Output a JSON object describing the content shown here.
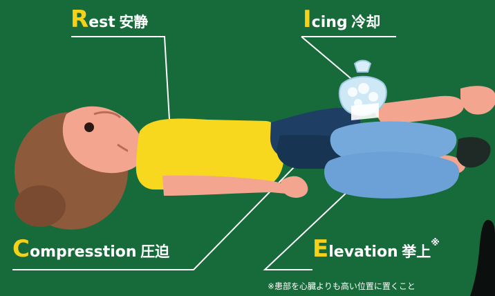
{
  "labels": {
    "rest": {
      "initial": "R",
      "word": "est",
      "jp": "安静"
    },
    "icing": {
      "initial": "I",
      "word": "cing",
      "jp": "冷却"
    },
    "compression": {
      "initial": "C",
      "word": "ompresstion",
      "jp": "圧迫"
    },
    "elevation": {
      "initial": "E",
      "word": "levation",
      "jp": "挙上",
      "mark": "※"
    }
  },
  "footnote": "※患部を心臓よりも高い位置に置くこと",
  "colors": {
    "background": "#176b3a",
    "accent": "#f4d21b",
    "shirt": "#f8d71f",
    "pants": "#1e3f63",
    "skin": "#f3a58f",
    "hair": "#8d5a3c",
    "pillow": "#75a9dc"
  }
}
